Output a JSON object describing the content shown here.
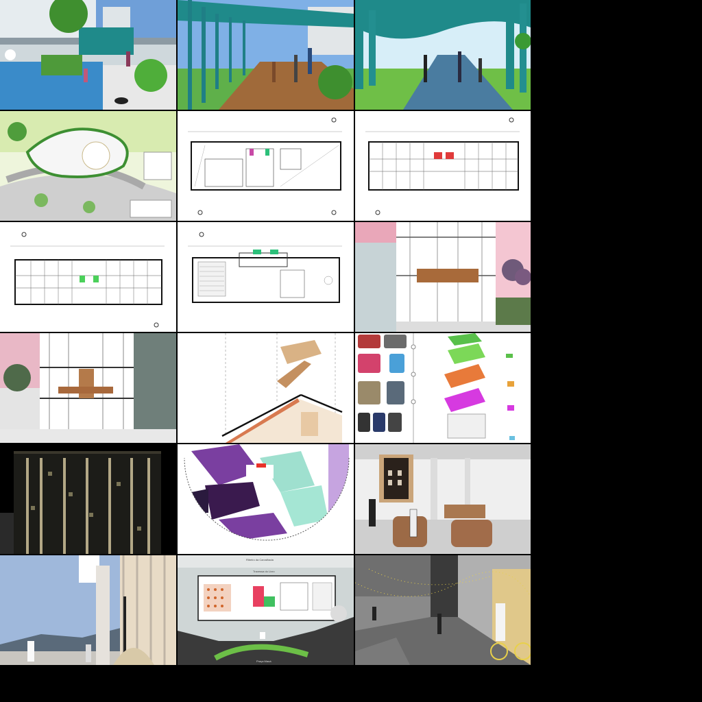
{
  "grid": {
    "columns": 3,
    "rows": 6
  },
  "colors": {
    "background": "#000000",
    "teal": "#1f8a8a",
    "sky": "#6f9fd8",
    "grass": "#6cbf3f",
    "plan_paper": "#ffffff",
    "night": "#1a1a14",
    "pink_sky": "#e9a7b9",
    "map_purple": "#5a2a6e",
    "map_teal": "#9fe0cf"
  },
  "tiles": [
    {
      "id": "render-plaza-pool",
      "kind": "render"
    },
    {
      "id": "render-teal-pergola-deck",
      "kind": "render"
    },
    {
      "id": "render-teal-canopy-walkway",
      "kind": "render"
    },
    {
      "id": "site-landscape-plan",
      "kind": "plan"
    },
    {
      "id": "floor-plan-level-a",
      "kind": "plan"
    },
    {
      "id": "floor-plan-level-b",
      "kind": "plan"
    },
    {
      "id": "floor-plan-level-c",
      "kind": "plan"
    },
    {
      "id": "floor-plan-level-d",
      "kind": "plan"
    },
    {
      "id": "section-pink-sky",
      "kind": "section"
    },
    {
      "id": "section-atrium-stair",
      "kind": "section"
    },
    {
      "id": "axonometric-stair",
      "kind": "diagram"
    },
    {
      "id": "program-photos-diagram",
      "kind": "diagram"
    },
    {
      "id": "night-facade",
      "kind": "render"
    },
    {
      "id": "circular-neighborhood-map",
      "kind": "map"
    },
    {
      "id": "cafe-interior-render",
      "kind": "render"
    },
    {
      "id": "view-toward-bay",
      "kind": "render"
    },
    {
      "id": "ground-floor-site-plan",
      "kind": "plan"
    },
    {
      "id": "alley-lights-render",
      "kind": "render"
    }
  ],
  "plan_labels": {
    "street_top": "Ribeiro da Carvalhada",
    "street_mid": "Travessa do Livro",
    "street_bottom": "Praça Mauá"
  }
}
